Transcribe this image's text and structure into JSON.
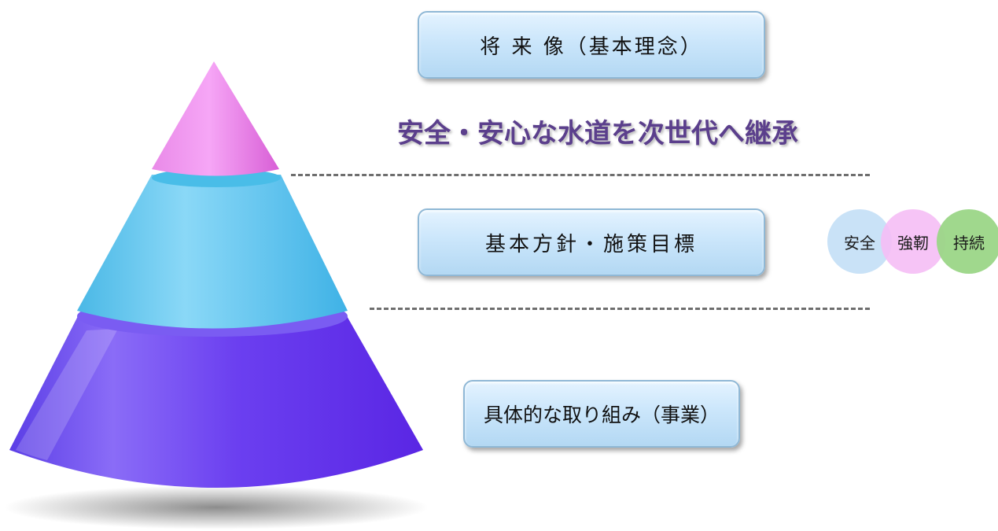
{
  "levels": {
    "vision": "将 来 像（基本理念）",
    "policy": "基本方針・施策目標",
    "projects": "具体的な取り組み（事業）"
  },
  "slogan": "安全・安心な水道を次世代へ継承",
  "pillars": [
    "安全",
    "強靭",
    "持続"
  ],
  "colors": {
    "top_tier": "#f07ef0",
    "middle_tier": "#5ec4ee",
    "bottom_tier": "#6a3cf0",
    "slogan_text": "#5b3f8c",
    "pillar_safety": "#c6e0f7",
    "pillar_resilience": "#f5bef5",
    "pillar_sustainability": "#9bd687"
  }
}
